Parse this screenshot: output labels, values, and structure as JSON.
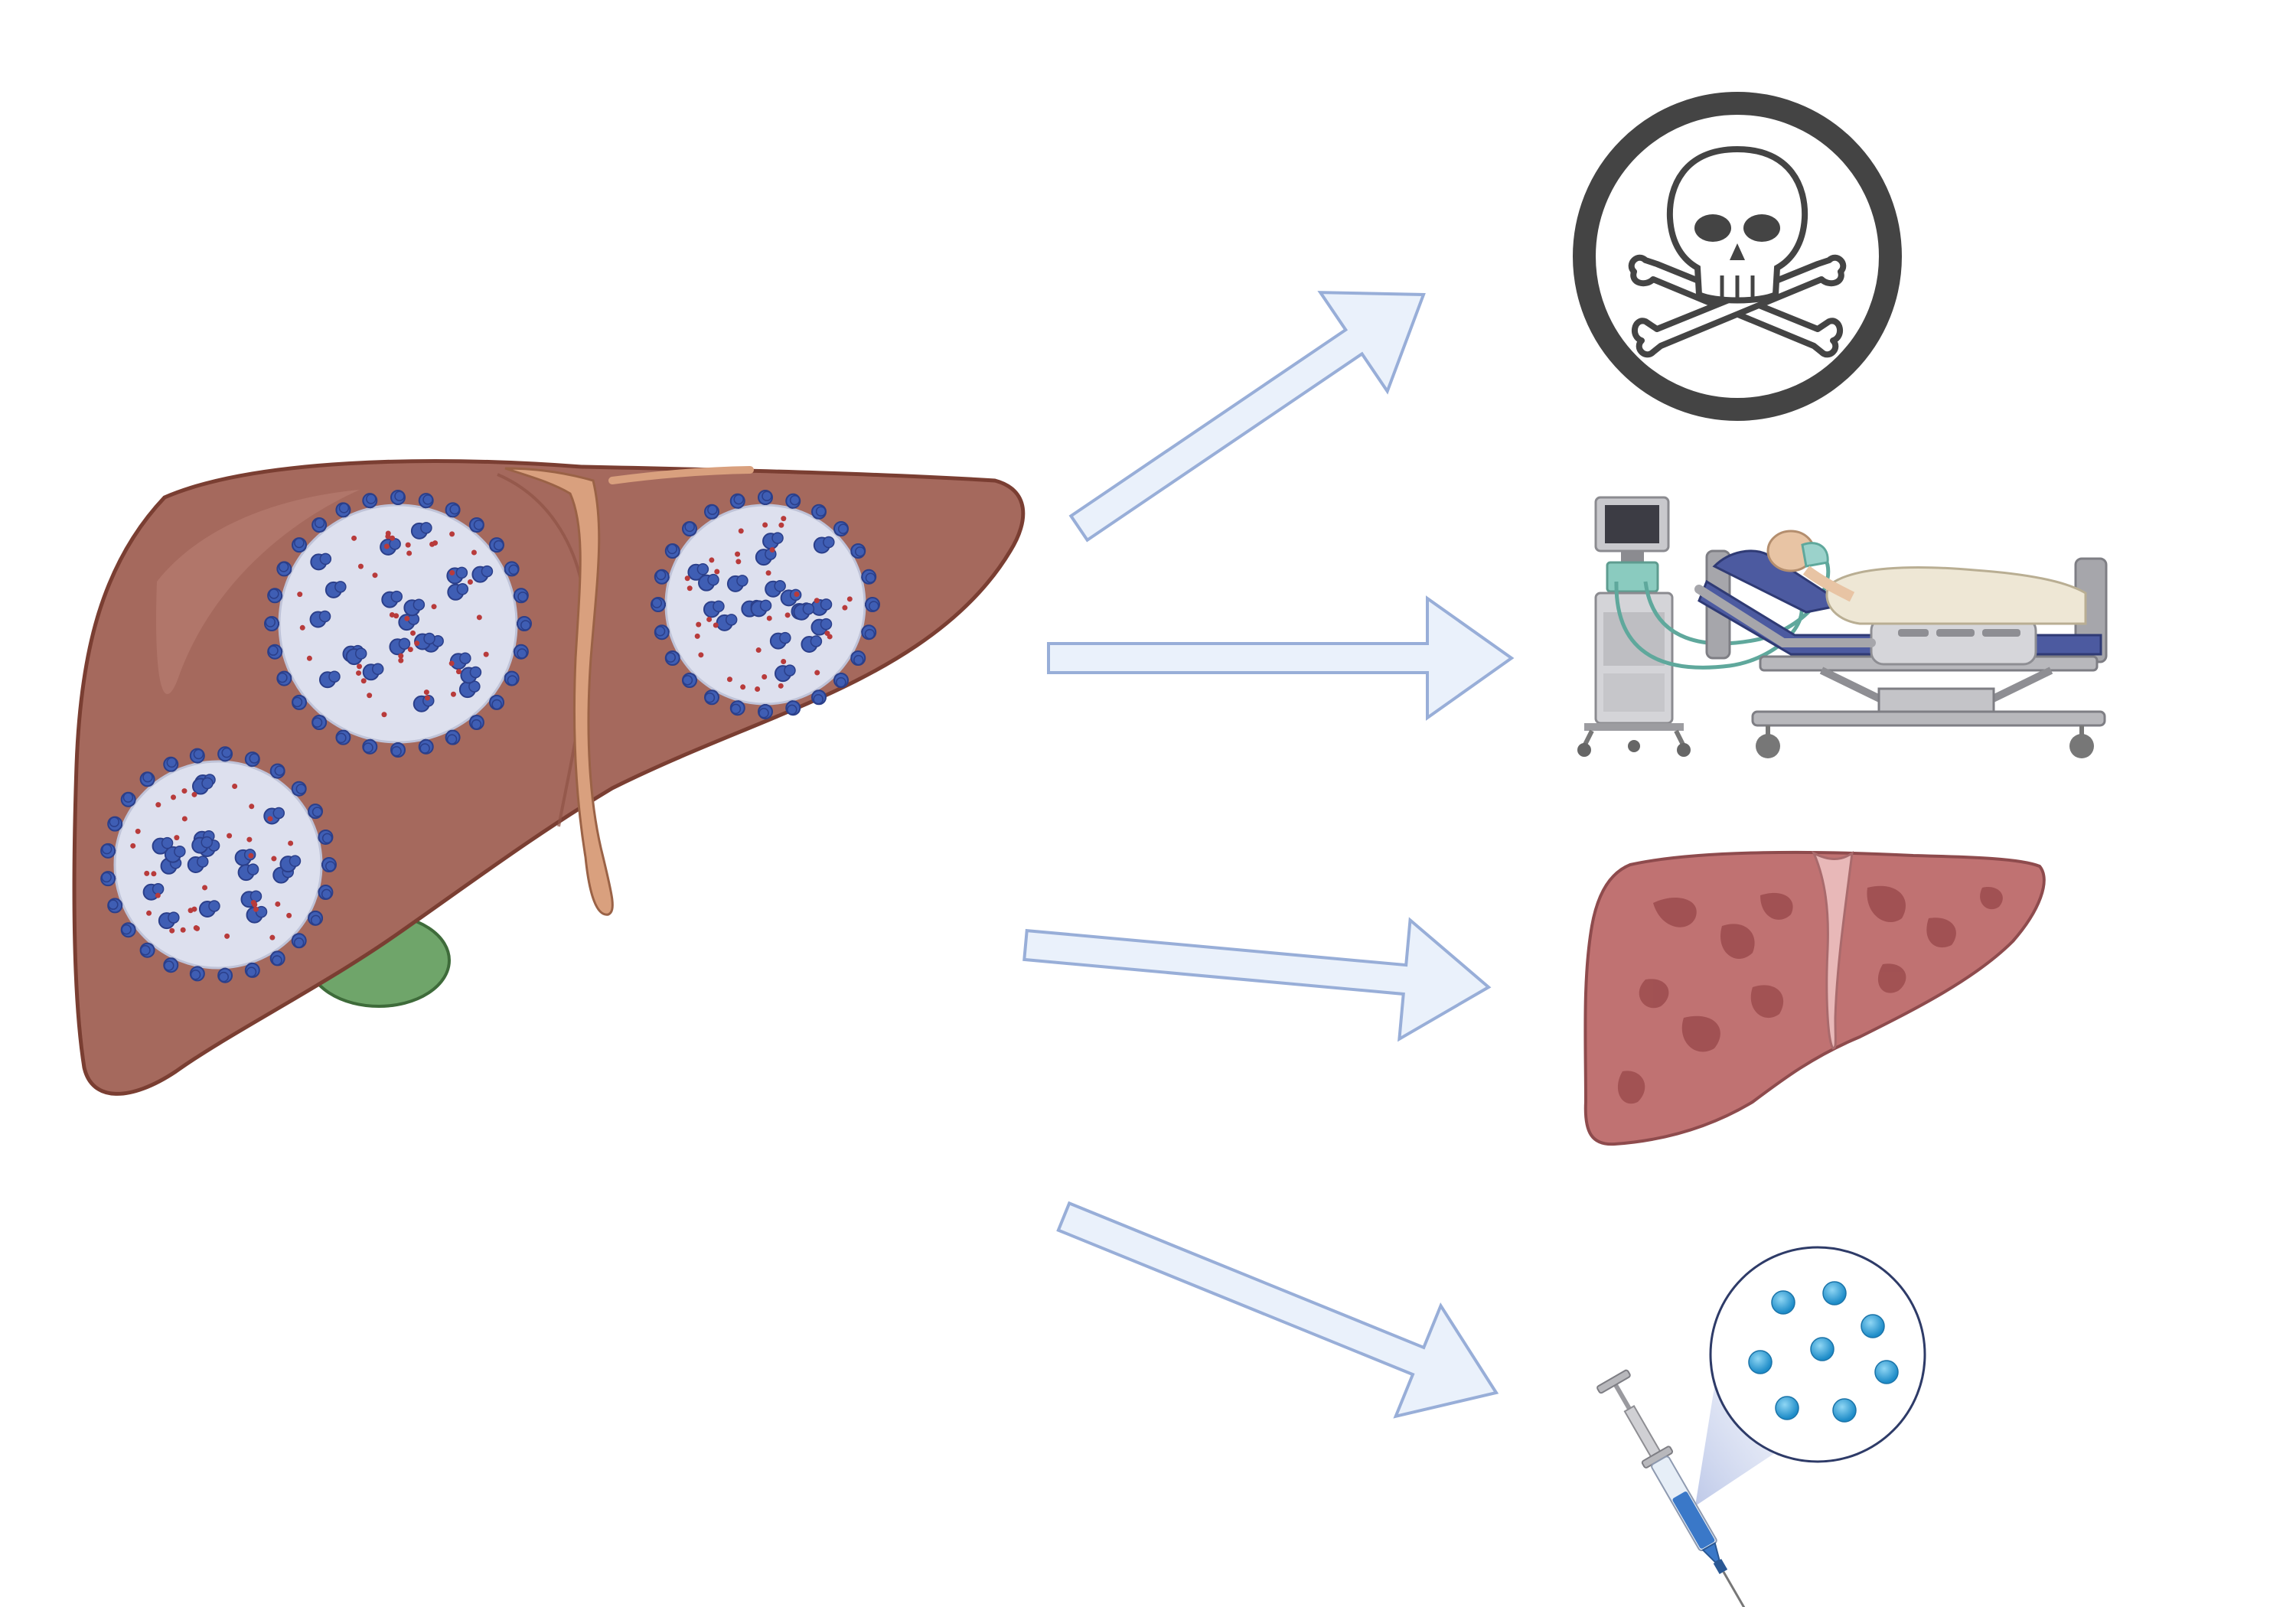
{
  "figure": {
    "source": {
      "organ": "liver-icon",
      "overlay": "virus-icon",
      "palette": {
        "liver": "#A5695D",
        "liver_dark": "#7A3E32",
        "ligament": "#D9A07E",
        "gallbladder": "#6FA56A"
      },
      "virus_palette": {
        "envelope": "#DDE0EE",
        "spike": "#3F5EB4",
        "spike_dark": "#2B3F8A",
        "rna": "#B83B3B"
      }
    },
    "arrows": {
      "fill": "#EAF1FB",
      "stroke": "#98AED8"
    },
    "outcomes": [
      {
        "id": "death",
        "icon": "skull-crossbones-icon",
        "palette": {
          "ring": "#444444",
          "bone": "#ffffff"
        }
      },
      {
        "id": "icu",
        "icon": "ventilator-patient-bed-icon",
        "palette": {
          "frame": "#B8B8BC",
          "mattress": "#4C5AA0",
          "sheet": "#EEE7D5",
          "skin": "#E8C4A4"
        }
      },
      {
        "id": "liver-damage",
        "icon": "damaged-liver-icon",
        "palette": {
          "liver": "#C07272",
          "lesion": "#9C4C4E",
          "ligament": "#E8B8B8"
        }
      },
      {
        "id": "vaccine",
        "icon": "syringe-vaccine-icon",
        "palette": {
          "fluid": "#3A78C8",
          "particle": "#34A7DC",
          "needle": "#777777"
        }
      }
    ]
  }
}
